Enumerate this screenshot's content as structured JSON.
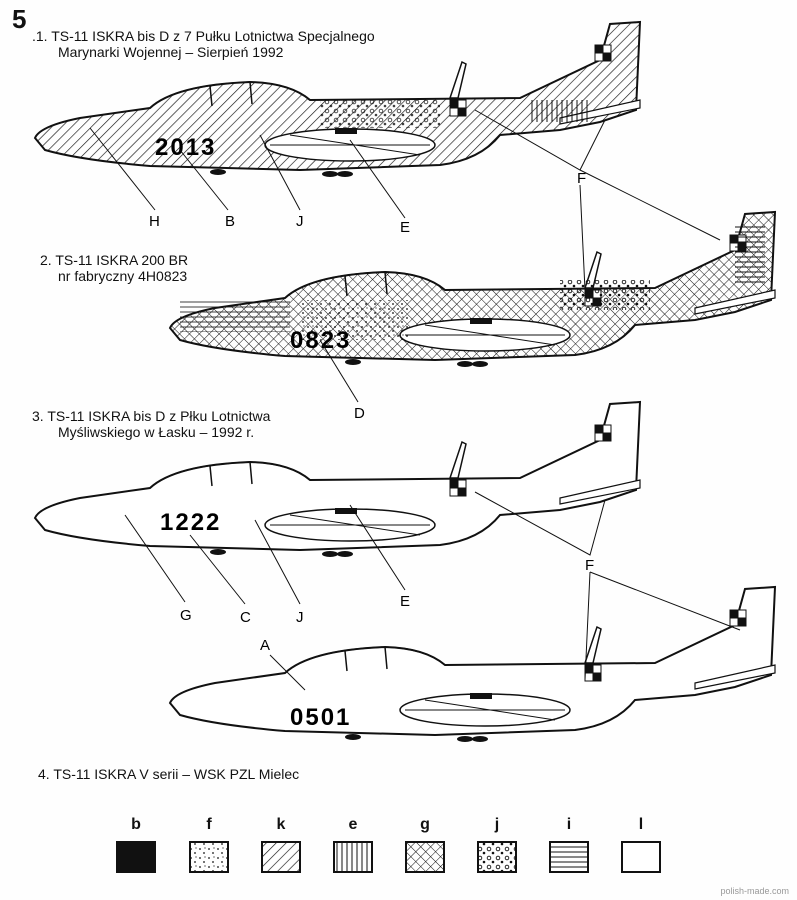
{
  "page_number": "5",
  "aircraft": [
    {
      "caption_line1": ".1. TS-11 ISKRA bis D z 7 Pułku Lotnictwa Specjalnego",
      "caption_line2": "Marynarki Wojennej – Sierpień 1992",
      "serial": "2013"
    },
    {
      "caption_line1": "2. TS-11 ISKRA 200 BR",
      "caption_line2": "nr fabryczny 4H0823",
      "serial": "0823"
    },
    {
      "caption_line1": "3. TS-11 ISKRA bis D z Płku Lotnictwa",
      "caption_line2": "Myśliwskiego w Łasku – 1992 r.",
      "serial": "1222"
    },
    {
      "caption_line1": "4. TS-11 ISKRA V serii – WSK PZL Mielec",
      "serial": "0501"
    }
  ],
  "callouts_top": [
    "H",
    "B",
    "J",
    "E",
    "F",
    "D"
  ],
  "callouts_bottom": [
    "G",
    "C",
    "J",
    "E",
    "F",
    "A"
  ],
  "legend": [
    {
      "label": "b",
      "pattern": "solid-black"
    },
    {
      "label": "f",
      "pattern": "dots"
    },
    {
      "label": "k",
      "pattern": "diagonal"
    },
    {
      "label": "e",
      "pattern": "vertical"
    },
    {
      "label": "g",
      "pattern": "crosshatch"
    },
    {
      "label": "j",
      "pattern": "circles"
    },
    {
      "label": "i",
      "pattern": "horizontal"
    },
    {
      "label": "l",
      "pattern": "blank"
    }
  ],
  "watermark": "polish-made.com"
}
